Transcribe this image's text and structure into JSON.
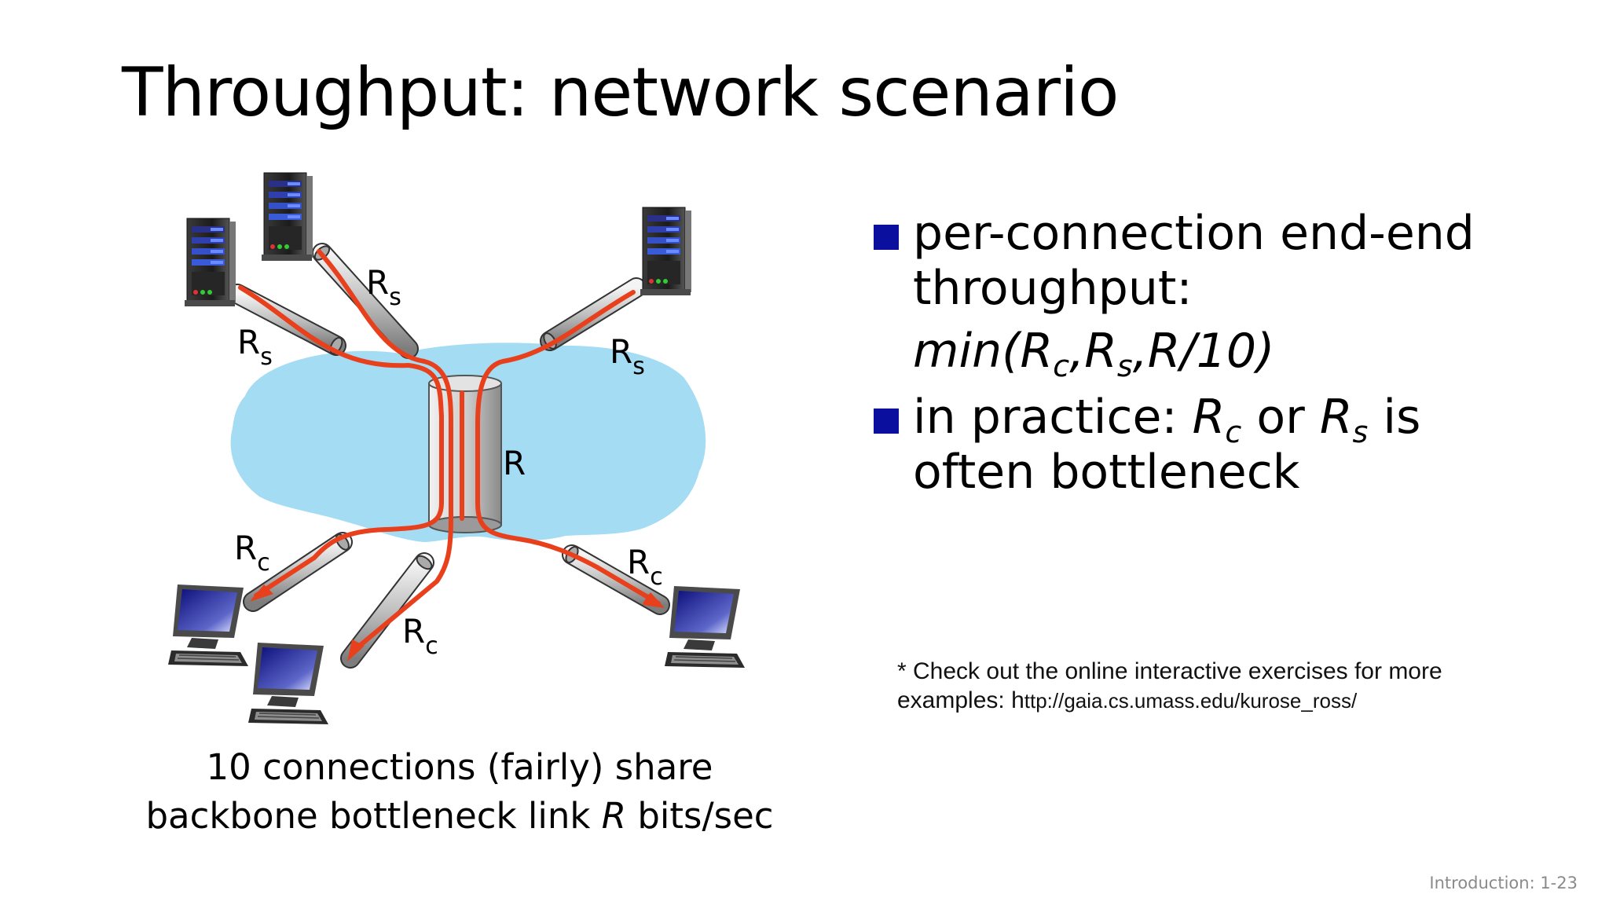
{
  "slide": {
    "title": "Throughput: network scenario",
    "footer": "Introduction: 1-23"
  },
  "diagram": {
    "link_labels": {
      "server_link_1": {
        "main": "R",
        "sub": "s"
      },
      "server_link_2": {
        "main": "R",
        "sub": "s"
      },
      "server_link_3": {
        "main": "R",
        "sub": "s"
      },
      "backbone": "R",
      "client_link_1": {
        "main": "R",
        "sub": "c"
      },
      "client_link_2": {
        "main": "R",
        "sub": "c"
      },
      "client_link_3": {
        "main": "R",
        "sub": "c"
      }
    },
    "caption_line1": "10 connections (fairly) share",
    "caption_line2_pre": "backbone bottleneck link ",
    "caption_line2_var": "R",
    "caption_line2_post": " bits/sec",
    "colors": {
      "cloud": "#a3dcf3",
      "flow": "#e8401c",
      "link": "#c8c8c8",
      "bullet": "#0a0f9e"
    }
  },
  "bullets": [
    {
      "line1": "per-connection end-end",
      "line2": "throughput:",
      "formula": {
        "prefix": "min(R",
        "sub1": "c",
        "mid1": ",R",
        "sub2": "s",
        "suffix": ",R/10)"
      }
    },
    {
      "pre": "in practice: ",
      "v1": "R",
      "v1_sub": "c",
      "mid": " or ",
      "v2": "R",
      "v2_sub": "s",
      "post": " is",
      "line2": "often bottleneck"
    }
  ],
  "note": {
    "text": "* Check out the online interactive exercises for more examples: h",
    "url": "ttp://gaia.cs.umass.edu/kurose_ross/"
  }
}
